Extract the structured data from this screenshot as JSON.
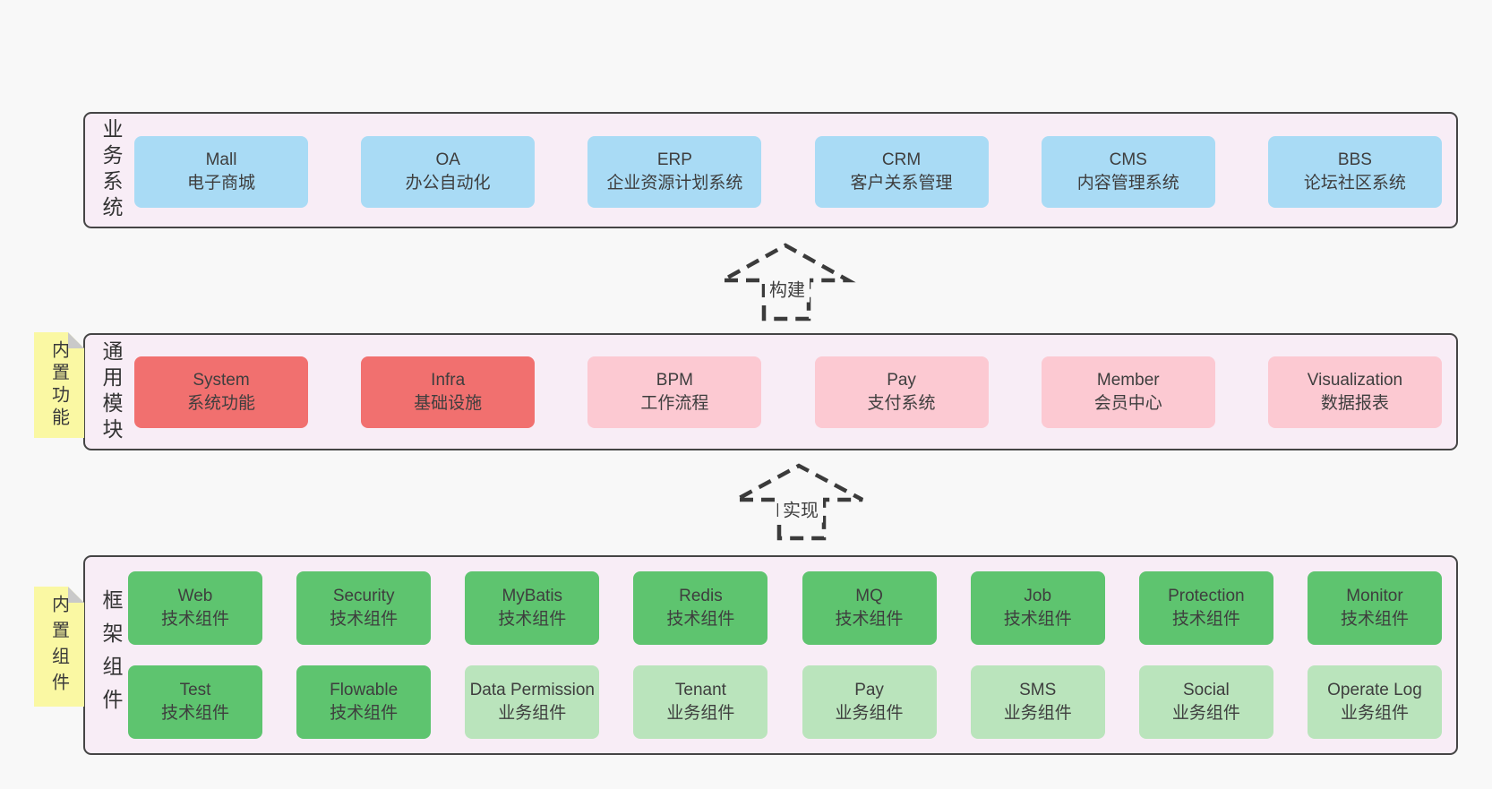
{
  "colors": {
    "page_background": "#f8f8f8",
    "container_background": "#f8edf6",
    "container_border": "#454545",
    "blue_box": "#a9dbf5",
    "red_box": "#f1706f",
    "pink_box": "#fcc9d2",
    "green_box": "#5ec46f",
    "light_green_box": "#bae4bc",
    "sticky_note": "#faf8a3",
    "note_fold": "#c9c9c9",
    "text": "#3e3e3e"
  },
  "arrows": [
    {
      "label": "构建"
    },
    {
      "label": "实现"
    }
  ],
  "sections": [
    {
      "label": "业务系统",
      "rows": [
        [
          {
            "name": "Mall",
            "desc": "电子商城",
            "variant": "blue"
          },
          {
            "name": "OA",
            "desc": "办公自动化",
            "variant": "blue"
          },
          {
            "name": "ERP",
            "desc": "企业资源计划系统",
            "variant": "blue"
          },
          {
            "name": "CRM",
            "desc": "客户关系管理",
            "variant": "blue"
          },
          {
            "name": "CMS",
            "desc": "内容管理系统",
            "variant": "blue"
          },
          {
            "name": "BBS",
            "desc": "论坛社区系统",
            "variant": "blue"
          }
        ]
      ]
    },
    {
      "label": "通用模块",
      "note": "内置功能",
      "rows": [
        [
          {
            "name": "System",
            "desc": "系统功能",
            "variant": "red"
          },
          {
            "name": "Infra",
            "desc": "基础设施",
            "variant": "red"
          },
          {
            "name": "BPM",
            "desc": "工作流程",
            "variant": "pink"
          },
          {
            "name": "Pay",
            "desc": "支付系统",
            "variant": "pink"
          },
          {
            "name": "Member",
            "desc": "会员中心",
            "variant": "pink"
          },
          {
            "name": "Visualization",
            "desc": "数据报表",
            "variant": "pink"
          }
        ]
      ]
    },
    {
      "label": "框架组件",
      "note": "内置组件",
      "rows": [
        [
          {
            "name": "Web",
            "desc": "技术组件",
            "variant": "green"
          },
          {
            "name": "Security",
            "desc": "技术组件",
            "variant": "green"
          },
          {
            "name": "MyBatis",
            "desc": "技术组件",
            "variant": "green"
          },
          {
            "name": "Redis",
            "desc": "技术组件",
            "variant": "green"
          },
          {
            "name": "MQ",
            "desc": "技术组件",
            "variant": "green"
          },
          {
            "name": "Job",
            "desc": "技术组件",
            "variant": "green"
          },
          {
            "name": "Protection",
            "desc": "技术组件",
            "variant": "green"
          },
          {
            "name": "Monitor",
            "desc": "技术组件",
            "variant": "green"
          }
        ],
        [
          {
            "name": "Test",
            "desc": "技术组件",
            "variant": "green"
          },
          {
            "name": "Flowable",
            "desc": "技术组件",
            "variant": "green"
          },
          {
            "name": "Data Permission",
            "desc": "业务组件",
            "variant": "light-green"
          },
          {
            "name": "Tenant",
            "desc": "业务组件",
            "variant": "light-green"
          },
          {
            "name": "Pay",
            "desc": "业务组件",
            "variant": "light-green"
          },
          {
            "name": "SMS",
            "desc": "业务组件",
            "variant": "light-green"
          },
          {
            "name": "Social",
            "desc": "业务组件",
            "variant": "light-green"
          },
          {
            "name": "Operate Log",
            "desc": "业务组件",
            "variant": "light-green"
          }
        ]
      ]
    }
  ]
}
